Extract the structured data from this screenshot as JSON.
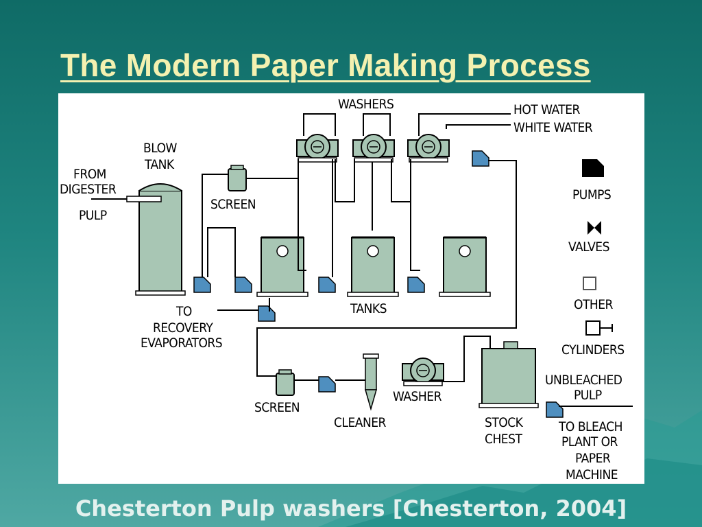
{
  "slide": {
    "title": "The Modern Paper Making Process",
    "caption": "Chesterton Pulp washers [Chesterton, 2004]"
  },
  "diagram": {
    "labels": {
      "washers": "WASHERS",
      "hot_water": "HOT WATER",
      "white_water": "WHITE WATER",
      "blow_tank_1": "BLOW",
      "blow_tank_2": "TANK",
      "from_digester_1": "FROM",
      "from_digester_2": "DIGESTER",
      "from_digester_3": "PULP",
      "screen_top": "SCREEN",
      "tanks": "TANKS",
      "recovery_1": "TO",
      "recovery_2": "RECOVERY",
      "recovery_3": "EVAPORATORS",
      "screen_bottom": "SCREEN",
      "cleaner": "CLEANER",
      "washer": "WASHER",
      "stock_chest_1": "STOCK",
      "stock_chest_2": "CHEST",
      "unbleached_1": "UNBLEACHED",
      "unbleached_2": "PULP",
      "to_bleach_1": "TO BLEACH",
      "to_bleach_2": "PLANT OR",
      "to_bleach_3": "PAPER",
      "to_bleach_4": "MACHINE"
    },
    "legend": {
      "pumps": "PUMPS",
      "valves": "VALVES",
      "other": "OTHER",
      "cylinders": "CYLINDERS"
    },
    "colors": {
      "equipment_fill": "#a8c6b4",
      "pump_fill": "#4f8fbf",
      "line": "#000000"
    }
  }
}
